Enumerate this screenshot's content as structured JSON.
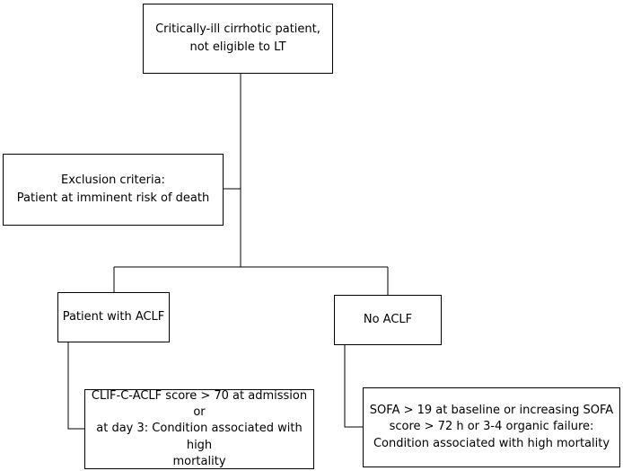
{
  "nodes": {
    "start": {
      "line1": "Critically-ill cirrhotic patient,",
      "line2": "not eligible to LT"
    },
    "exclusion": {
      "line1": "Exclusion criteria:",
      "line2": "Patient at imminent risk of death"
    },
    "aclf": {
      "label": "Patient with ACLF"
    },
    "no_aclf": {
      "label": "No ACLF"
    },
    "clif": {
      "line1": "CLIF-C-ACLF score > 70 at admission or",
      "line2": "at day 3: Condition associated with high",
      "line3": "mortality"
    },
    "sofa": {
      "line1": "SOFA > 19 at baseline or increasing SOFA",
      "line2": "score > 72 h or 3-4 organic failure:",
      "line3": "Condition associated with high mortality"
    }
  }
}
